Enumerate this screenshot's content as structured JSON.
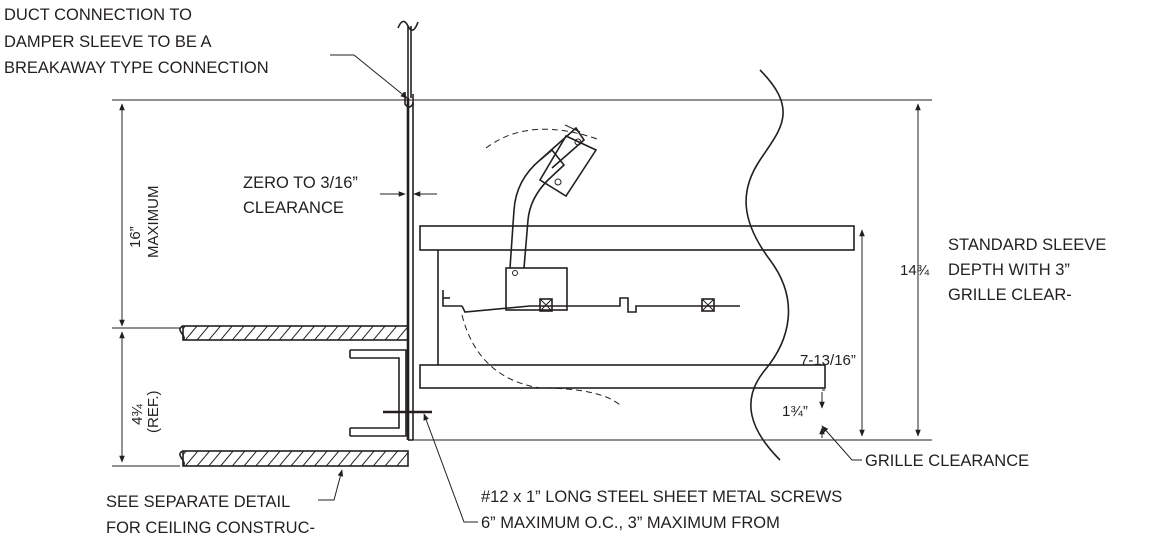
{
  "notes": {
    "duct_connection": [
      "DUCT CONNECTION TO",
      "DAMPER SLEEVE TO BE A",
      "BREAKAWAY TYPE CONNECTION"
    ],
    "clearance": [
      "ZERO TO 3/16”",
      "CLEARANCE"
    ],
    "standard_sleeve": [
      "STANDARD SLEEVE",
      "DEPTH WITH 3”",
      "GRILLE CLEAR-"
    ],
    "grille_clearance": "GRILLE CLEARANCE",
    "ceiling_detail": [
      "SEE SEPARATE DETAIL",
      "FOR CEILING CONSTRUC-"
    ],
    "screws": [
      "#12 x 1” LONG STEEL SHEET METAL SCREWS",
      "6” MAXIMUM O.C., 3” MAXIMUM FROM"
    ]
  },
  "dimensions": {
    "max_height_value": "16”",
    "max_height_label": "MAXIMUM",
    "ceiling_value": "4¾",
    "ceiling_label": "(REF.)",
    "sleeve_depth": "14¾",
    "damper_depth": "7-13/16”",
    "grille_gap": "1¾”"
  },
  "colors": {
    "line": "#231f20",
    "background": "#ffffff"
  }
}
